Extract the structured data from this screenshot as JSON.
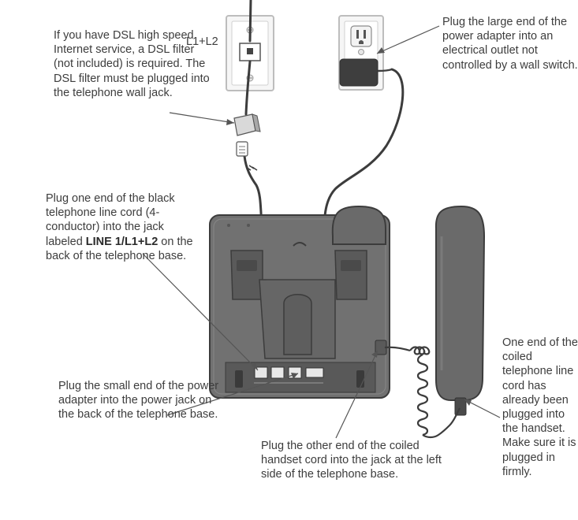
{
  "jack_label": "L1+L2",
  "callouts": {
    "dsl": "If you have DSL high speed Internet service, a DSL filter (not included) is required. The DSL filter must be plugged into the telephone wall jack.",
    "power": "Plug the large end of the power adapter into an electrical outlet not controlled by a wall switch.",
    "line_cord_before": "Plug one end of the black telephone line cord (4-conductor) into the jack labeled ",
    "line_cord_bold": "LINE 1/L1+L2",
    "line_cord_after": " on the back of the telephone base.",
    "small_end": "Plug the small end of the power adapter into the power jack on the back of the telephone base.",
    "handset_cord": "Plug the other end of the coiled handset cord into the jack at the left side of the telephone base.",
    "coiled": "One end of the coiled telephone line cord has already been plugged into the handset. Make sure it is plugged in firmly."
  },
  "colors": {
    "device_body": "#6e6e6e",
    "device_dark": "#4a4a4a",
    "device_outline": "#3c3c3c",
    "plate": "#f4f4f4",
    "leader": "#555555",
    "text": "#3d3d3d"
  }
}
